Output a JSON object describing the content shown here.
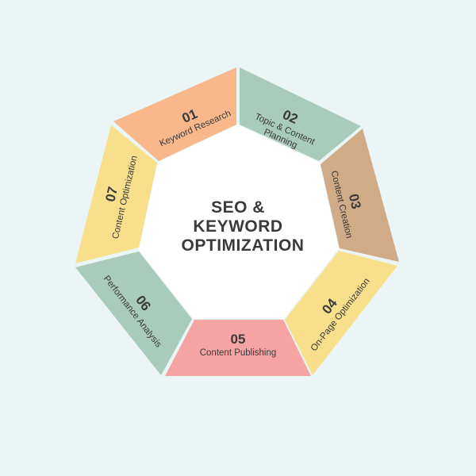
{
  "title": [
    "SEO &",
    "KEYWORD",
    "OPTIMIZATION"
  ],
  "colors": {
    "background": "#ebf5f6",
    "text": "#3a3a3a",
    "center": "#ffffff"
  },
  "steps": [
    {
      "number": "01",
      "label": [
        "Keyword Research"
      ],
      "color": "#f8b88b"
    },
    {
      "number": "02",
      "label": [
        "Topic & Content",
        "Planning"
      ],
      "color": "#a8cbbc"
    },
    {
      "number": "03",
      "label": [
        "Content Creation"
      ],
      "color": "#d0ab88"
    },
    {
      "number": "04",
      "label": [
        "On-Page Optimization"
      ],
      "color": "#f8df8b"
    },
    {
      "number": "05",
      "label": [
        "Content Publishing"
      ],
      "color": "#f5a3a3"
    },
    {
      "number": "06",
      "label": [
        "Performance Analysis"
      ],
      "color": "#a8cbbc"
    },
    {
      "number": "07",
      "label": [
        "Content Optimization"
      ],
      "color": "#f8df8b"
    }
  ]
}
